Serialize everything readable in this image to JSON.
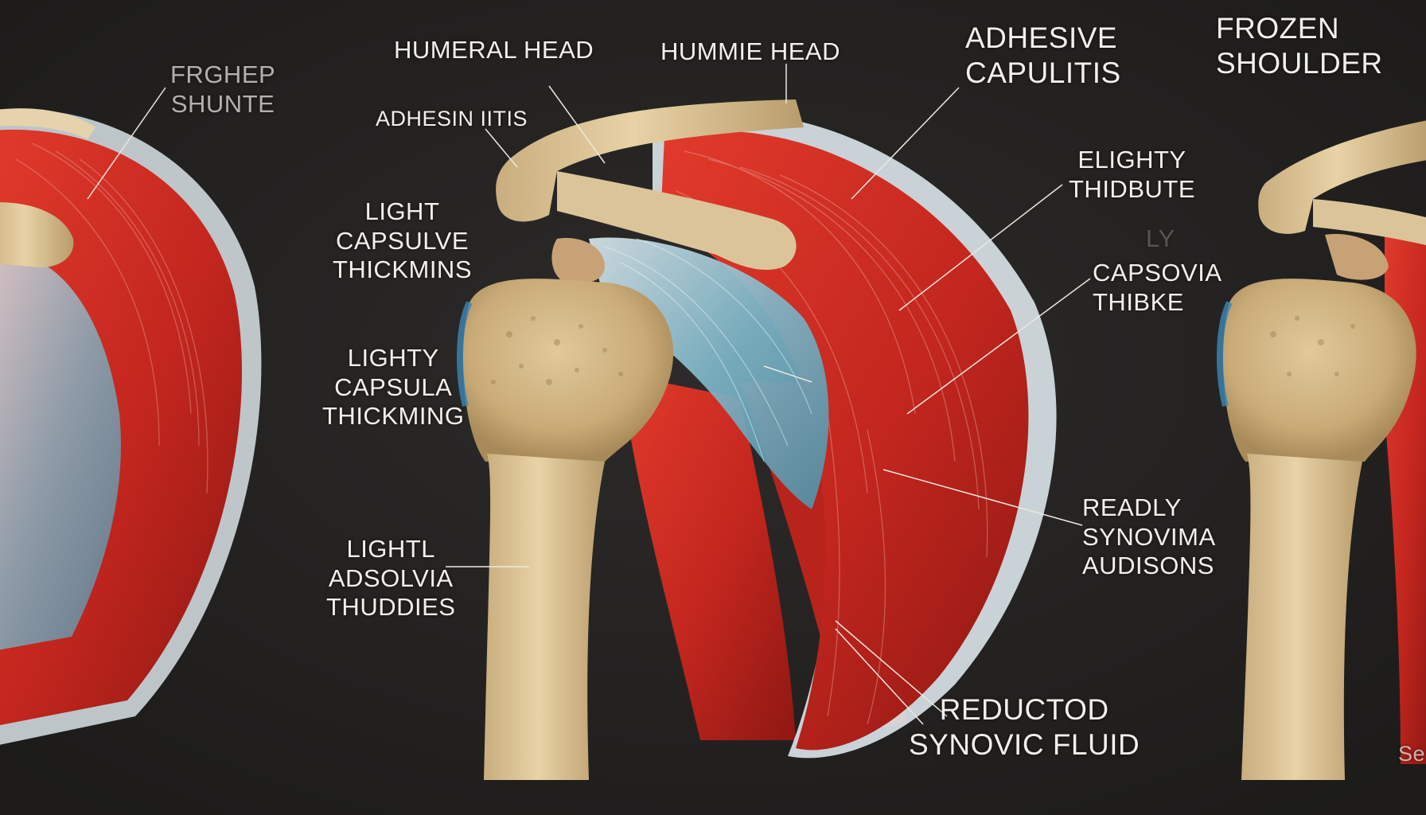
{
  "colors": {
    "background": "#252322",
    "muscle": "#c92a22",
    "bone": "#dcc49a",
    "capsule": "#7ab3c7",
    "label": "#f2f0ec"
  },
  "labels": {
    "left_panel_title": [
      "FRGHEP",
      "SHUNTE"
    ],
    "humeral_head": "HUMERAL HEAD",
    "humme_head": "HUMMIE HEAD",
    "adhesive_capsulitis": [
      "ADHESIVE",
      "CAPULITIS"
    ],
    "frozen_shoulder": [
      "FROZEN",
      "SHOULDER"
    ],
    "adhesin_itis": "ADHESIN IITIS",
    "light_capsule": [
      "LIGHT",
      "CAPSULVE",
      "THICKMINS"
    ],
    "lighty_capsula": [
      "LIGHTY",
      "CAPSULA",
      "THICKMING"
    ],
    "light_adsolvia": [
      "LIGHTL",
      "ADSOLVIA",
      "THUDDIES"
    ],
    "elighty_thidbute": [
      "ELIGHTY",
      "THIDBUTE"
    ],
    "faded_ly": "LY",
    "capsovia_thibke": [
      "CAPSOVIA",
      "THIBKE"
    ],
    "ready_synovima": [
      "READLY",
      "SYNOVIMA",
      "AUDISONS"
    ],
    "reducted_fluid": [
      "REDUCTOD",
      "SYNOVIC FLUID"
    ],
    "corner_fragment": "Se"
  }
}
